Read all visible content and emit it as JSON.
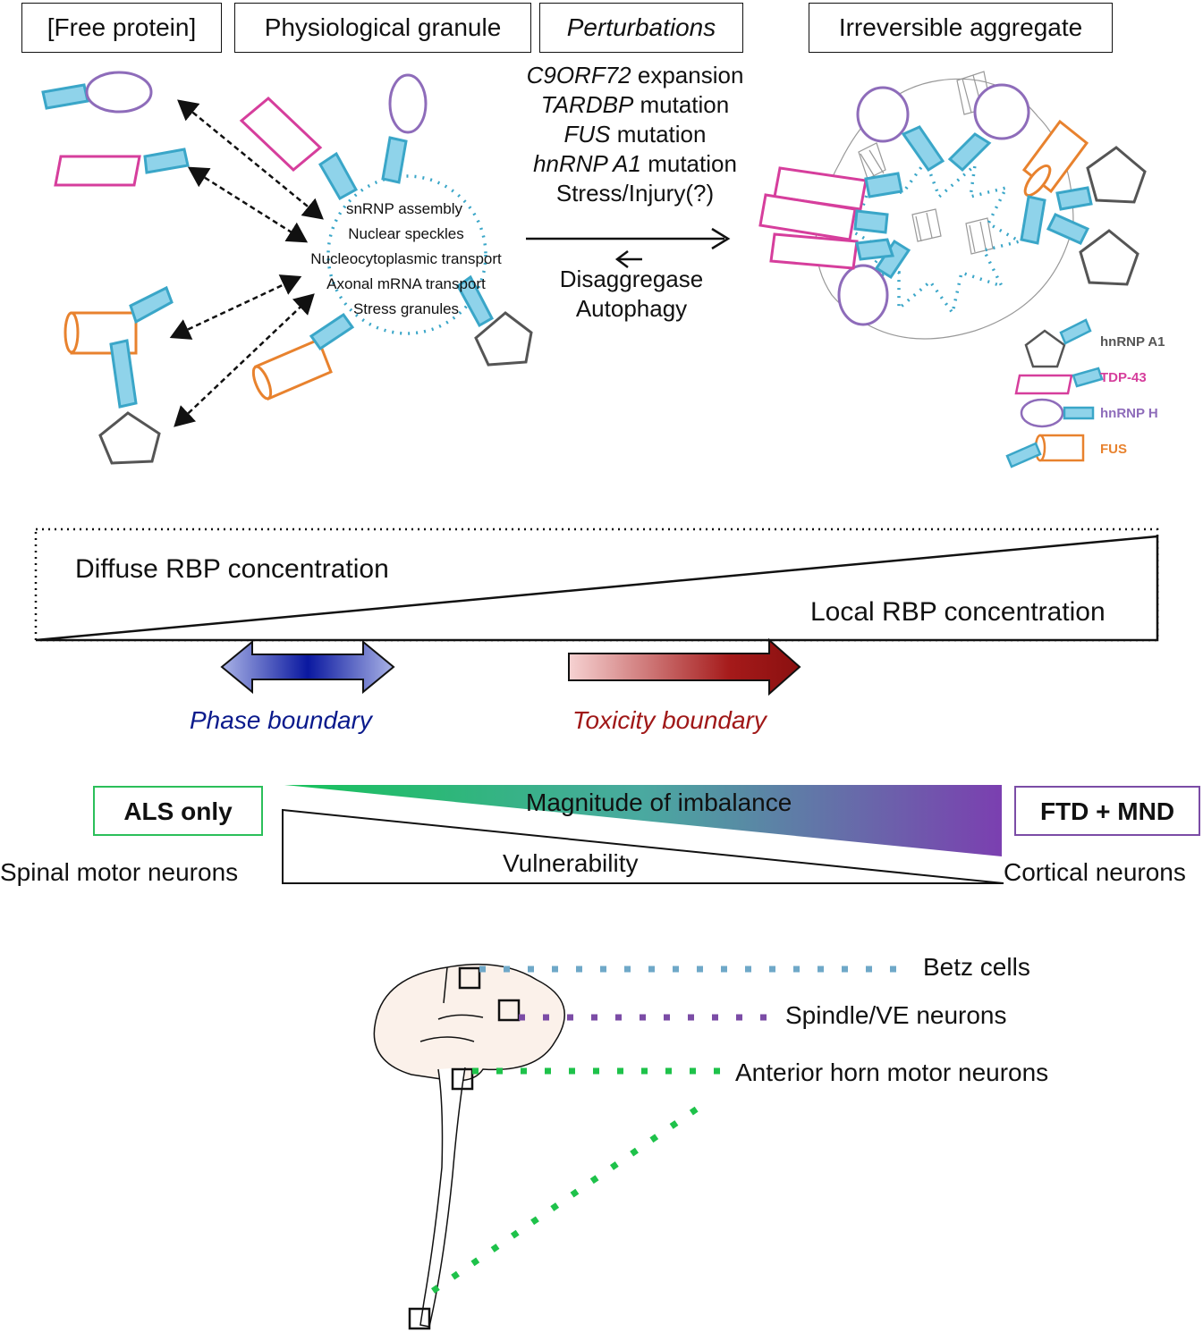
{
  "headers": {
    "free_protein": "[Free protein]",
    "physiological_granule": "Physiological granule",
    "perturbations": "Perturbations",
    "irreversible_aggregate": "Irreversible aggregate"
  },
  "perturbations": [
    {
      "gene": "C9ORF72",
      "rest": " expansion"
    },
    {
      "gene": "TARDBP",
      "rest": " mutation"
    },
    {
      "gene": "FUS",
      "rest": " mutation"
    },
    {
      "gene": "hnRNP A1",
      "rest": " mutation"
    },
    {
      "gene": "",
      "rest": "Stress/Injury(?)"
    }
  ],
  "reversal": {
    "line1": "Disaggregase",
    "line2": "Autophagy"
  },
  "granule_processes": [
    "snRNP assembly",
    "Nuclear speckles",
    "Nucleocytoplasmic transport",
    "Axonal mRNA transport",
    "Stress granules"
  ],
  "legend": [
    {
      "label": "hnRNP A1",
      "color": "#555555",
      "icon": "pentagon-icon"
    },
    {
      "label": "TDP-43",
      "color": "#d63e9c",
      "icon": "parallelogram-icon"
    },
    {
      "label": "hnRNP H",
      "color": "#8e6cba",
      "icon": "oval-icon"
    },
    {
      "label": "FUS",
      "color": "#e8822e",
      "icon": "cylinder-icon"
    }
  ],
  "concentration": {
    "diffuse": "Diffuse RBP concentration",
    "local": "Local RBP concentration"
  },
  "boundaries": {
    "phase": "Phase boundary",
    "toxicity": "Toxicity boundary"
  },
  "spectrum": {
    "left_box": "ALS only",
    "right_box": "FTD + MND",
    "imbalance": "Magnitude of imbalance",
    "vulnerability": "Vulnerability",
    "left_neurons": "Spinal motor neurons",
    "right_neurons": "Cortical neurons"
  },
  "anatomy": {
    "betz": "Betz cells",
    "spindle": "Spindle/VE neurons",
    "anterior_horn": "Anterior horn motor neurons"
  },
  "colors": {
    "rrm_blue": "#8fd3ea",
    "rrm_stroke": "#3aa6c8",
    "tdp43": "#d63e9c",
    "hnrnph": "#8e6cba",
    "fus": "#e8822e",
    "hnrnpa1": "#555555",
    "phase": "#0a1a8c",
    "toxicity": "#a01818",
    "als_green": "#2bbf5a",
    "ftd_purple": "#7b4ca6",
    "betz_blue": "#6fa8c8",
    "spindle_purple": "#7b4ca6",
    "horn_green": "#1ec24a"
  }
}
